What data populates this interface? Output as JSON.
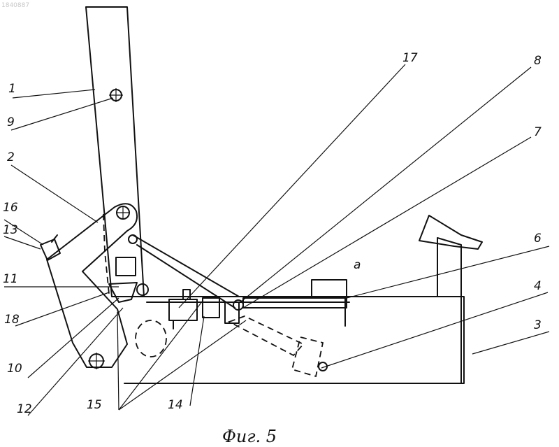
{
  "document_id": "1840887",
  "caption": "Фиг. 5",
  "letter_label": "а",
  "part_labels": [
    "1",
    "9",
    "2",
    "16",
    "13",
    "11",
    "18",
    "10",
    "12",
    "15",
    "14",
    "17",
    "8",
    "7",
    "6",
    "4",
    "3"
  ]
}
